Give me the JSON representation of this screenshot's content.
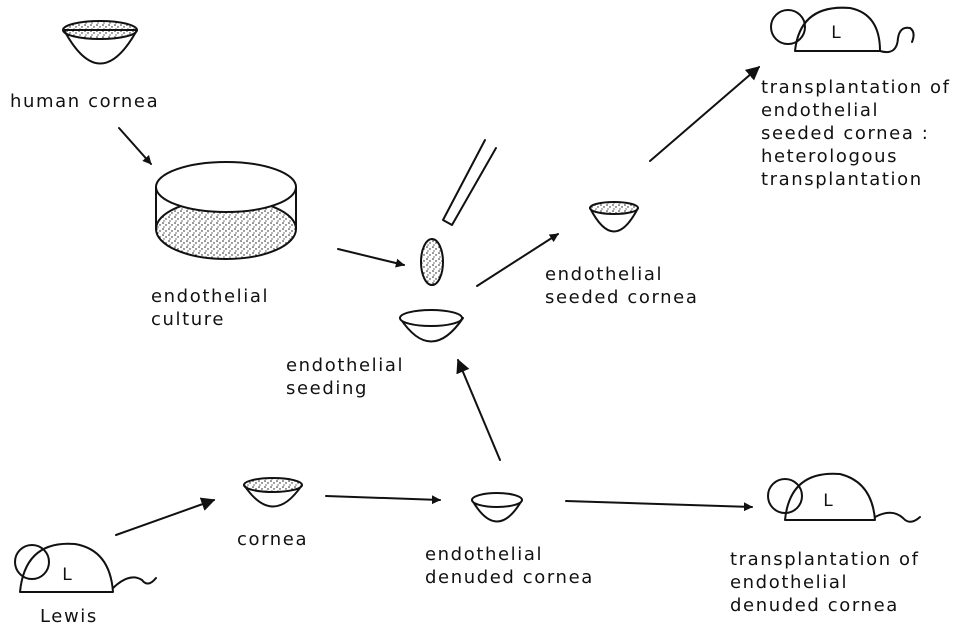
{
  "labels": {
    "human_cornea": "human cornea",
    "endothelial_culture": [
      "endothelial",
      "culture"
    ],
    "endothelial_seeding": [
      "endothelial",
      "seeding"
    ],
    "seeded_cornea": [
      "endothelial",
      "seeded cornea"
    ],
    "transplant_seeded": [
      "transplantation of",
      "endothelial",
      "seeded cornea :",
      "heterologous",
      "transplantation"
    ],
    "lewis": "Lewis",
    "cornea": "cornea",
    "denuded_cornea": [
      "endothelial",
      "denuded cornea"
    ],
    "transplant_denuded": [
      "transplantation of",
      "endothelial",
      "denuded cornea"
    ]
  },
  "rat_mark": "L"
}
